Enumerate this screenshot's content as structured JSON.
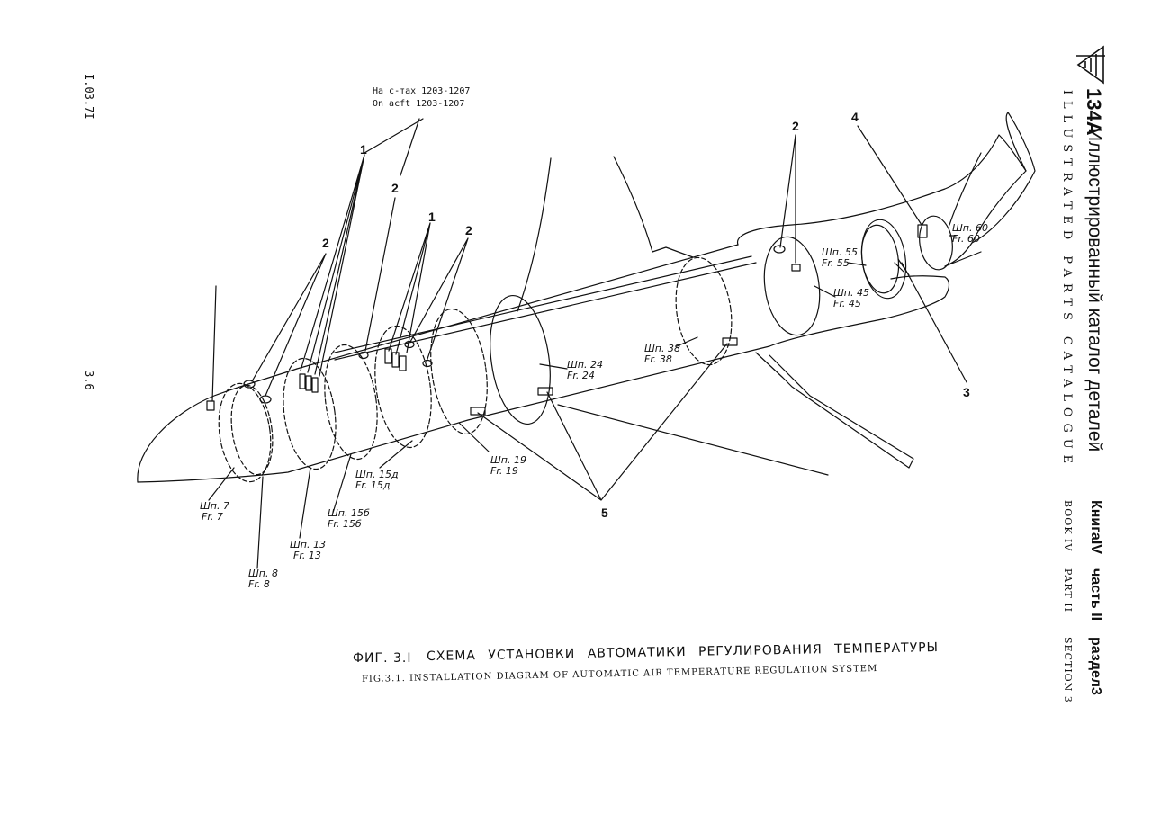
{
  "header": {
    "model": "134A",
    "catalog_ru": "Иллюстрированный каталог деталей",
    "catalog_en": "ILLUSTRATED PARTS CATALOGUE",
    "book_ru": "КнигаIV",
    "part_ru": "часть II",
    "section_ru": "раздел3",
    "book_en": "BOOK IV",
    "part_en": "PART II",
    "section_en": "SECTION 3"
  },
  "margin": {
    "doc_id": "I.03.7I",
    "page_no": "3.6"
  },
  "note": {
    "ru": "На с-тах 1203-1207",
    "en": "On acft 1203-1207"
  },
  "callouts": {
    "c1_left": "1",
    "c1_mid": "1",
    "c2_left": "2",
    "c2_top": "2",
    "c2_mid": "2",
    "c2_right": "2",
    "c3": "3",
    "c4": "4",
    "c5": "5"
  },
  "frames": [
    {
      "ru": "Шп. 7",
      "en": "Fr. 7"
    },
    {
      "ru": "Шп. 8",
      "en": "Fr. 8"
    },
    {
      "ru": "Шп. 13",
      "en": "Fr. 13"
    },
    {
      "ru": "Шп. 15б",
      "en": "Fr. 15б"
    },
    {
      "ru": "Шп. 15д",
      "en": "Fr. 15д"
    },
    {
      "ru": "Шп. 19",
      "en": "Fr. 19"
    },
    {
      "ru": "Шп. 24",
      "en": "Fr. 24"
    },
    {
      "ru": "Шп. 38",
      "en": "Fr. 38"
    },
    {
      "ru": "Шп. 45",
      "en": "Fr. 45"
    },
    {
      "ru": "Шп. 55",
      "en": "Fr. 55"
    },
    {
      "ru": "Шп. 60",
      "en": "Fr. 60"
    }
  ],
  "caption": {
    "ru_fig": "ФИГ. 3.I",
    "ru_title": "СХЕМА УСТАНОВКИ АВТОМАТИКИ РЕГУЛИРОВАНИЯ ТЕМПЕРАТУРЫ",
    "en": "FIG.3.1. INSTALLATION DIAGRAM OF AUTOMATIC AIR TEMPERATURE REGULATION SYSTEM"
  },
  "colors": {
    "ink": "#111111",
    "paper": "#ffffff"
  }
}
